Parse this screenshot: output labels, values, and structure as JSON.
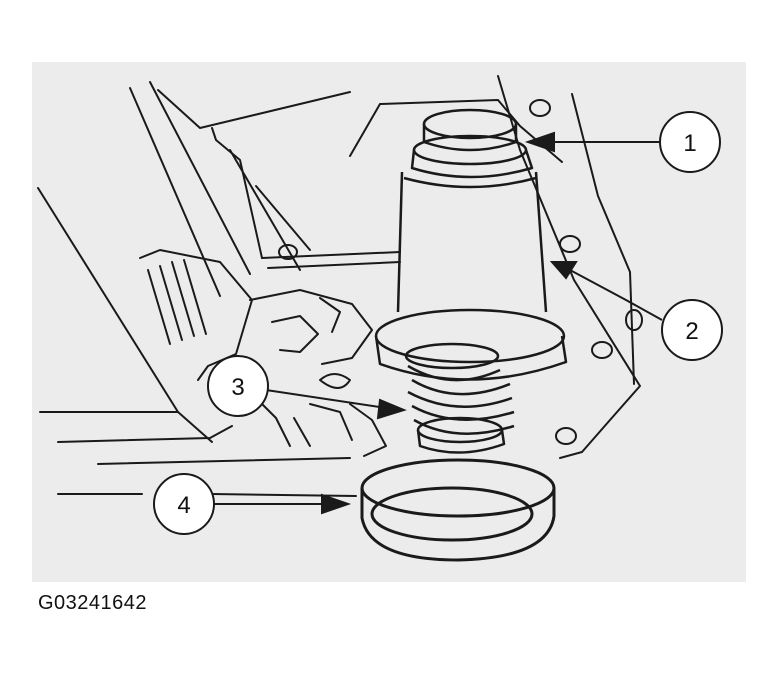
{
  "figure": {
    "code": "G03241642",
    "background_color": "#ececec",
    "line_color": "#1a1a1a"
  },
  "callouts": [
    {
      "number": "1"
    },
    {
      "number": "2"
    },
    {
      "number": "3"
    },
    {
      "number": "4"
    }
  ]
}
